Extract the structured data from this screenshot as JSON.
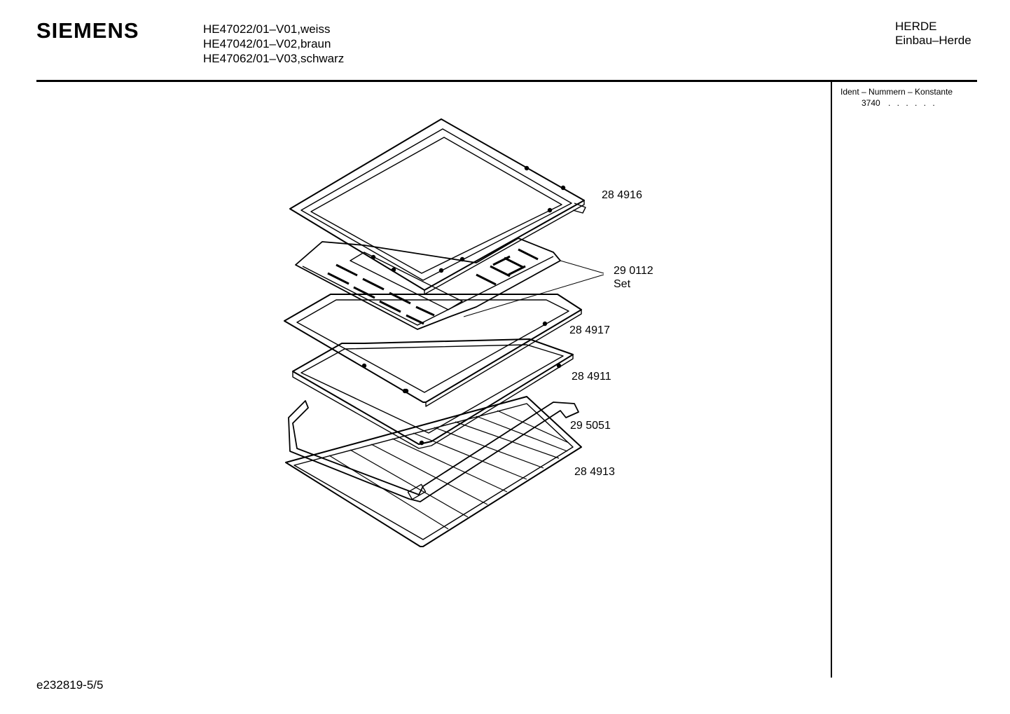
{
  "header": {
    "brand": "SIEMENS",
    "models": [
      "HE47022/01–V01,weiss",
      "HE47042/01–V02,braun",
      "HE47062/01–V03,schwarz"
    ],
    "category": "HERDE",
    "subcategory": "Einbau–Herde"
  },
  "ident": {
    "title": "Ident – Nummern – Konstante",
    "value": "3740",
    "dots": ". . . . . ."
  },
  "parts": [
    {
      "number": "28 4916"
    },
    {
      "number": "29 0112",
      "note": "Set"
    },
    {
      "number": "28 4917"
    },
    {
      "number": "28 4911"
    },
    {
      "number": "29 5051"
    },
    {
      "number": "28 4913"
    }
  ],
  "footer": {
    "doc_id": "e232819-5/5"
  }
}
